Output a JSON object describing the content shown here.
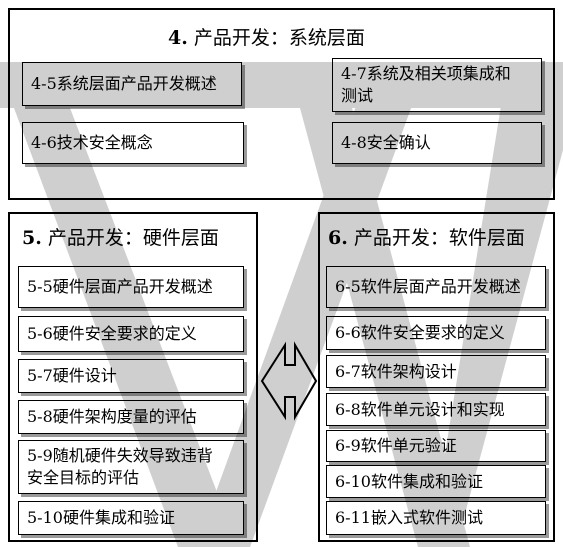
{
  "system": {
    "number": "4.",
    "label": "产品开发：系统层面",
    "items": [
      "4-5系统层面产品开发概述",
      "4-6技术安全概念",
      "4-7系统及相关项集成和测试",
      "4-8安全确认"
    ]
  },
  "hardware": {
    "number": "5.",
    "label": "产品开发：硬件层面",
    "items": [
      "5-5硬件层面产品开发概述",
      "5-6硬件安全要求的定义",
      "5-7硬件设计",
      "5-8硬件架构度量的评估",
      "5-9随机硬件失效导致违背安全目标的评估",
      "5-10硬件集成和验证"
    ]
  },
  "software": {
    "number": "6.",
    "label": "产品开发：软件层面",
    "items": [
      "6-5软件层面产品开发概述",
      "6-6软件安全要求的定义",
      "6-7软件架构设计",
      "6-8软件单元设计和实现",
      "6-9软件单元验证",
      "6-10软件集成和验证",
      "6-11嵌入式软件测试"
    ]
  },
  "colors": {
    "border": "#000000",
    "shadow": "#9a9a9a",
    "watermark": "#cfcfcf",
    "background": "#ffffff"
  },
  "icons": {
    "arrow": "double-arrow-icon",
    "watermark": "v-watermark-icon"
  }
}
